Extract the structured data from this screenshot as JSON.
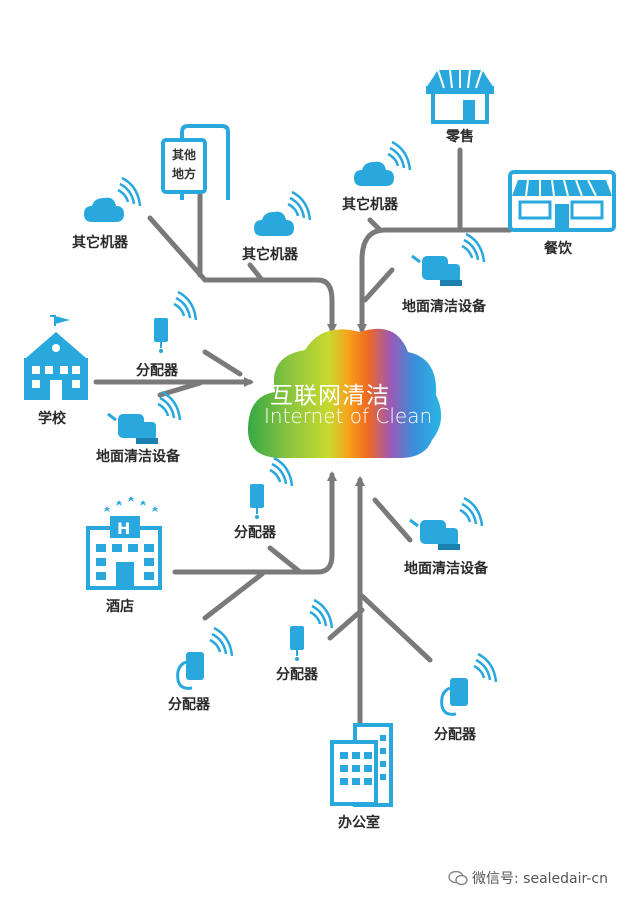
{
  "cloud": {
    "title": "互联网清洁",
    "subtitle": "Internet of Clean"
  },
  "nodes": {
    "other_place": {
      "line1": "其他",
      "line2": "地方"
    },
    "retail": "零售",
    "restaurant": "餐饮",
    "school": "学校",
    "hotel": "酒店",
    "office": "办公室",
    "other_machine_left": "其它机器",
    "other_machine_mid": "其它机器",
    "other_machine_right": "其它机器",
    "floor_cleaner_top": "地面清洁设备",
    "floor_cleaner_left": "地面清洁设备",
    "floor_cleaner_right": "地面清洁设备",
    "dispenser_left": "分配器",
    "dispenser_mid": "分配器",
    "dispenser_bottom_left": "分配器",
    "dispenser_bottom_mid": "分配器",
    "dispenser_bottom_right": "分配器"
  },
  "watermark": "微信号: sealedair-cn",
  "colors": {
    "icon_blue": "#29a8dd",
    "line_gray": "#7a7a7a",
    "label": "#2a2a2a"
  }
}
